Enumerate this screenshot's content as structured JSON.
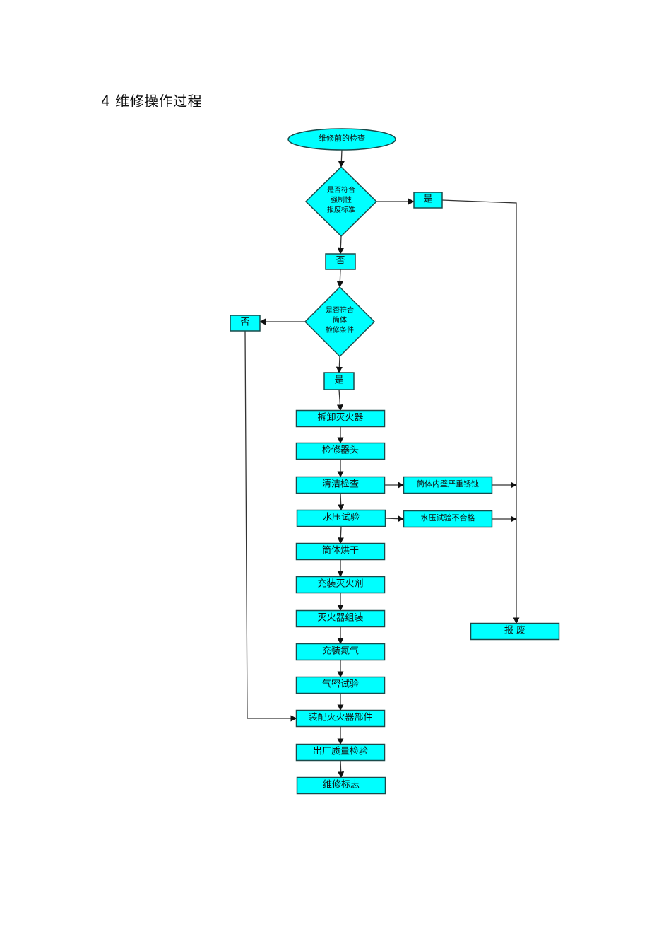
{
  "section_title": "4 维修操作过程",
  "colors": {
    "node_fill": "#00ffff",
    "node_stroke": "#1a4a4a",
    "edge": "#333333"
  },
  "nodes": {
    "start": {
      "shape": "ellipse",
      "text": "维修前的检查"
    },
    "decision1": {
      "shape": "diamond",
      "lines": [
        "是否符合",
        "强制性",
        "报废标准"
      ]
    },
    "d1_yes": {
      "shape": "rect",
      "text": "是"
    },
    "d1_no": {
      "shape": "rect",
      "text": "否"
    },
    "decision2": {
      "shape": "diamond",
      "lines": [
        "是否符合",
        "筒体",
        "检修条件"
      ]
    },
    "d2_no": {
      "shape": "rect",
      "text": "否"
    },
    "d2_yes": {
      "shape": "rect",
      "text": "是"
    },
    "step1": {
      "shape": "rect",
      "text": "拆卸灭火器"
    },
    "step2": {
      "shape": "rect",
      "text": "检修器头"
    },
    "step3": {
      "shape": "rect",
      "text": "清洁检查"
    },
    "step4": {
      "shape": "rect",
      "text": "水压试验"
    },
    "step5": {
      "shape": "rect",
      "text": "筒体烘干"
    },
    "step6": {
      "shape": "rect",
      "text": "充装灭火剂"
    },
    "step7": {
      "shape": "rect",
      "text": "灭火器组装"
    },
    "step8": {
      "shape": "rect",
      "text": "充装氮气"
    },
    "step9": {
      "shape": "rect",
      "text": "气密试验"
    },
    "step10": {
      "shape": "rect",
      "text": "装配灭火器部件"
    },
    "step11": {
      "shape": "rect",
      "text": "出厂质量检验"
    },
    "step12": {
      "shape": "rect",
      "text": "维修标志"
    },
    "fail1": {
      "shape": "rect",
      "text": "筒体内壁严重锈蚀"
    },
    "fail2": {
      "shape": "rect",
      "text": "水压试验不合格"
    },
    "scrap": {
      "shape": "rect",
      "text": "报 废"
    }
  },
  "edges": [
    [
      "start",
      "decision1"
    ],
    [
      "decision1",
      "d1_yes"
    ],
    [
      "decision1",
      "d1_no"
    ],
    [
      "d1_no",
      "decision2"
    ],
    [
      "decision2",
      "d2_no"
    ],
    [
      "decision2",
      "d2_yes"
    ],
    [
      "d2_yes",
      "step1"
    ],
    [
      "step1",
      "step2"
    ],
    [
      "step2",
      "step3"
    ],
    [
      "step3",
      "step4"
    ],
    [
      "step4",
      "step5"
    ],
    [
      "step5",
      "step6"
    ],
    [
      "step6",
      "step7"
    ],
    [
      "step7",
      "step8"
    ],
    [
      "step8",
      "step9"
    ],
    [
      "step9",
      "step10"
    ],
    [
      "step10",
      "step11"
    ],
    [
      "step11",
      "step12"
    ],
    [
      "step3",
      "fail1"
    ],
    [
      "step4",
      "fail2"
    ],
    [
      "fail1",
      "scrap"
    ],
    [
      "fail2",
      "scrap"
    ],
    [
      "d1_yes",
      "scrap"
    ],
    [
      "d2_no",
      "step10"
    ]
  ]
}
